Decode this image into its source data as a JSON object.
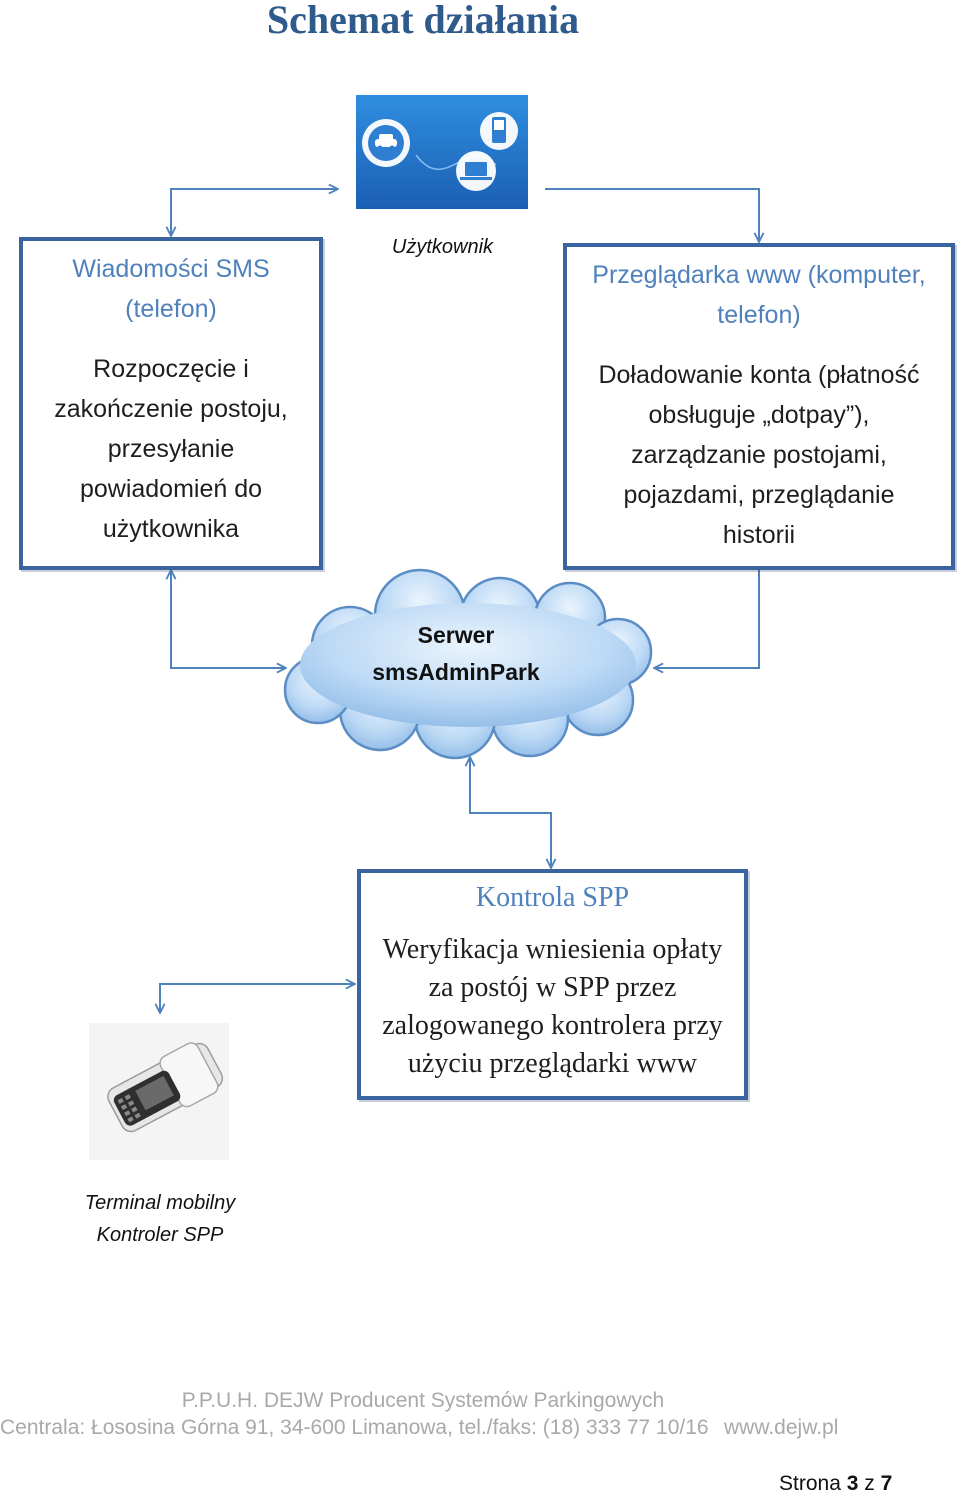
{
  "title": "Schemat działania",
  "user": {
    "caption": "Użytkownik",
    "icon": "user-devices-icon"
  },
  "sms_box": {
    "heading": [
      "Wiadomości SMS",
      "(telefon)"
    ],
    "body": [
      "Rozpoczęcie i",
      "zakończenie postoju,",
      "przesyłanie",
      "powiadomień do",
      "użytkownika"
    ]
  },
  "browser_box": {
    "heading": [
      "Przeglądarka www (komputer,",
      "telefon)"
    ],
    "body": [
      "Doładowanie konta (płatność",
      "obsługuje „dotpay”),",
      "zarządzanie postojami,",
      "pojazdami, przeglądanie",
      "historii"
    ]
  },
  "server": {
    "line1": "Serwer",
    "line2": "smsAdminPark"
  },
  "control_box": {
    "heading": "Kontrola SPP",
    "body": [
      "Weryfikacja wniesienia opłaty",
      "za postój w SPP przez",
      "zalogowanego kontrolera przy",
      "użyciu przeglądarki www"
    ]
  },
  "terminal": {
    "caption": [
      "Terminal mobilny",
      "Kontroler SPP"
    ],
    "icon": "mobile-terminal-icon"
  },
  "footer": {
    "line1": "P.P.U.H. DEJW Producent Systemów Parkingowych",
    "address": "Centrala: Łososina Górna 91, 34-600 Limanowa, tel./faks: (18) 333 77 10/16",
    "website": "www.dejw.pl"
  },
  "page_number": {
    "prefix": "Strona",
    "current": "3",
    "separator": "z",
    "total": "7"
  },
  "colors": {
    "accent": "#4f81bd",
    "border": "#3a64a0",
    "title": "#2f5a8c",
    "cloud": "#a9cdf2"
  }
}
